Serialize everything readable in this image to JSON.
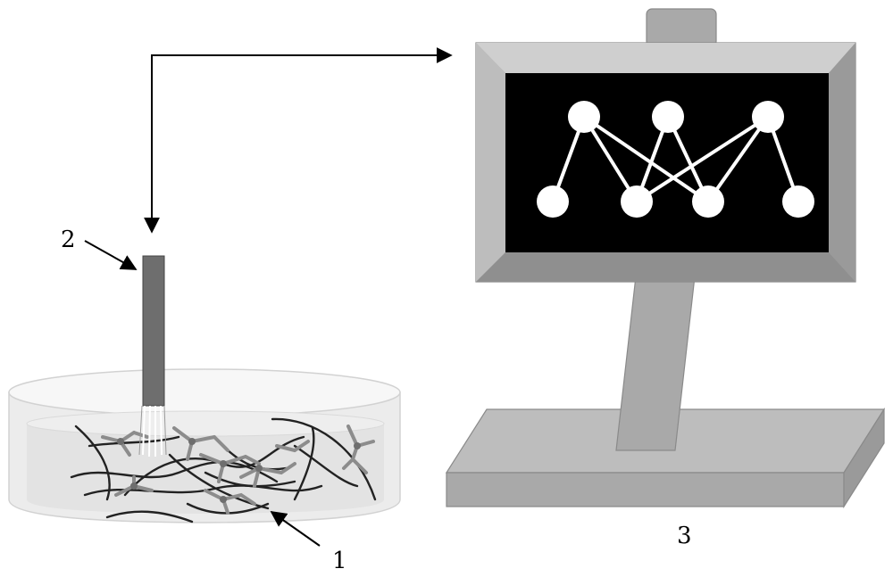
{
  "labels": {
    "dish": "1",
    "electrode": "2",
    "computer": "3"
  },
  "network": {
    "top_nodes": 3,
    "bottom_nodes": 4,
    "connections": [
      [
        0,
        0
      ],
      [
        0,
        1
      ],
      [
        0,
        2
      ],
      [
        1,
        1
      ],
      [
        1,
        2
      ],
      [
        2,
        1
      ],
      [
        2,
        2
      ],
      [
        2,
        3
      ]
    ]
  },
  "colors": {
    "screen": "#000000",
    "frame": "#a9a9a9",
    "frame_light": "#cfcfcf",
    "frame_dark": "#8a8a8a",
    "electrode": "#6e6e6e",
    "node": "#ffffff",
    "neuron": "#8c8c8c",
    "fiber": "#222222"
  }
}
